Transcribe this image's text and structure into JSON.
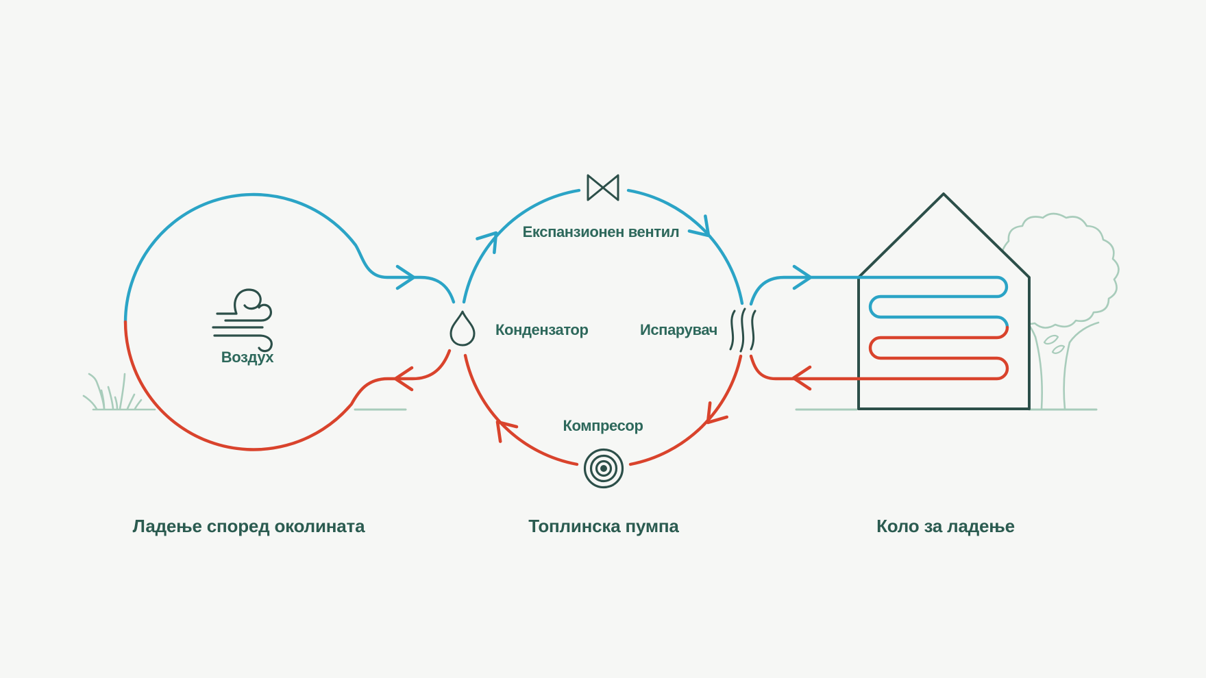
{
  "diagram": {
    "labels": {
      "air": "Воздух",
      "expansion_valve": "Експанзионен вентил",
      "condenser": "Кондензатор",
      "evaporator": "Испарувач",
      "compressor": "Компресор"
    },
    "captions": {
      "ambient_cooling": "Ладење според околината",
      "heat_pump": "Топлинска пумпа",
      "cooling_circuit": "Коло за ладење"
    },
    "colors": {
      "cold": "#2ba4c6",
      "hot": "#d9432c",
      "outline": "#2c4f49",
      "label": "#2d685b",
      "title": "#2b5b50",
      "nature": "#a8ccbb",
      "bg": "#f6f7f5"
    },
    "icons": {
      "air": "wind-icon",
      "expansion_valve": "valve-icon",
      "condenser": "droplet-icon",
      "evaporator": "vapor-waves-icon",
      "compressor": "compressor-coil-icon",
      "scenery": "house-icon tree-icon grass-icon"
    }
  }
}
